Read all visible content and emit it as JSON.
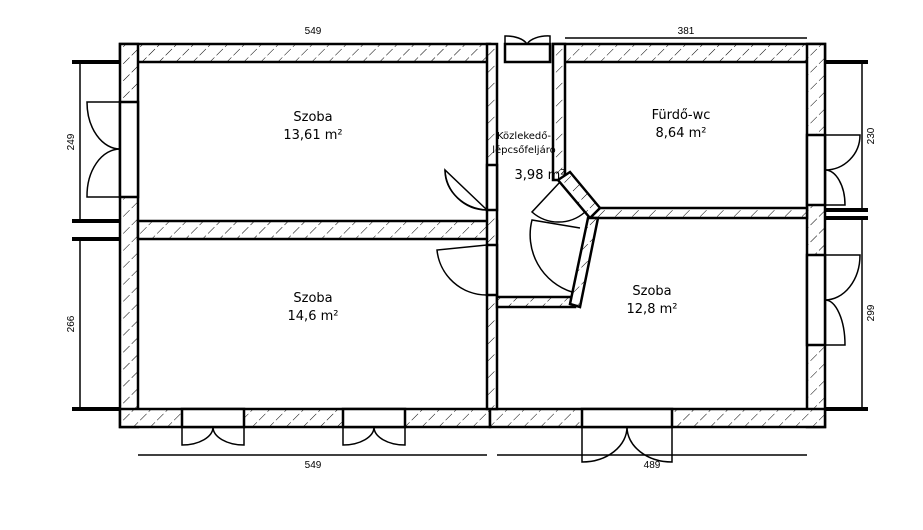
{
  "rooms": [
    {
      "name": "Szoba",
      "area": "13,61 m²"
    },
    {
      "name": "Fürdő-wc",
      "area": "8,64 m²"
    },
    {
      "name": "Közlekedő-",
      "name2": "lépcsőfeljáró",
      "area": "3,98 m²"
    },
    {
      "name": "Szoba",
      "area": "14,6 m²"
    },
    {
      "name": "Szoba",
      "area": "12,8 m²"
    }
  ],
  "dimensions": {
    "top_left": "549",
    "top_right": "381",
    "bottom_left": "549",
    "bottom_right": "489",
    "left_top": "249",
    "left_bottom": "266",
    "right_top": "230",
    "right_bottom": "299"
  }
}
